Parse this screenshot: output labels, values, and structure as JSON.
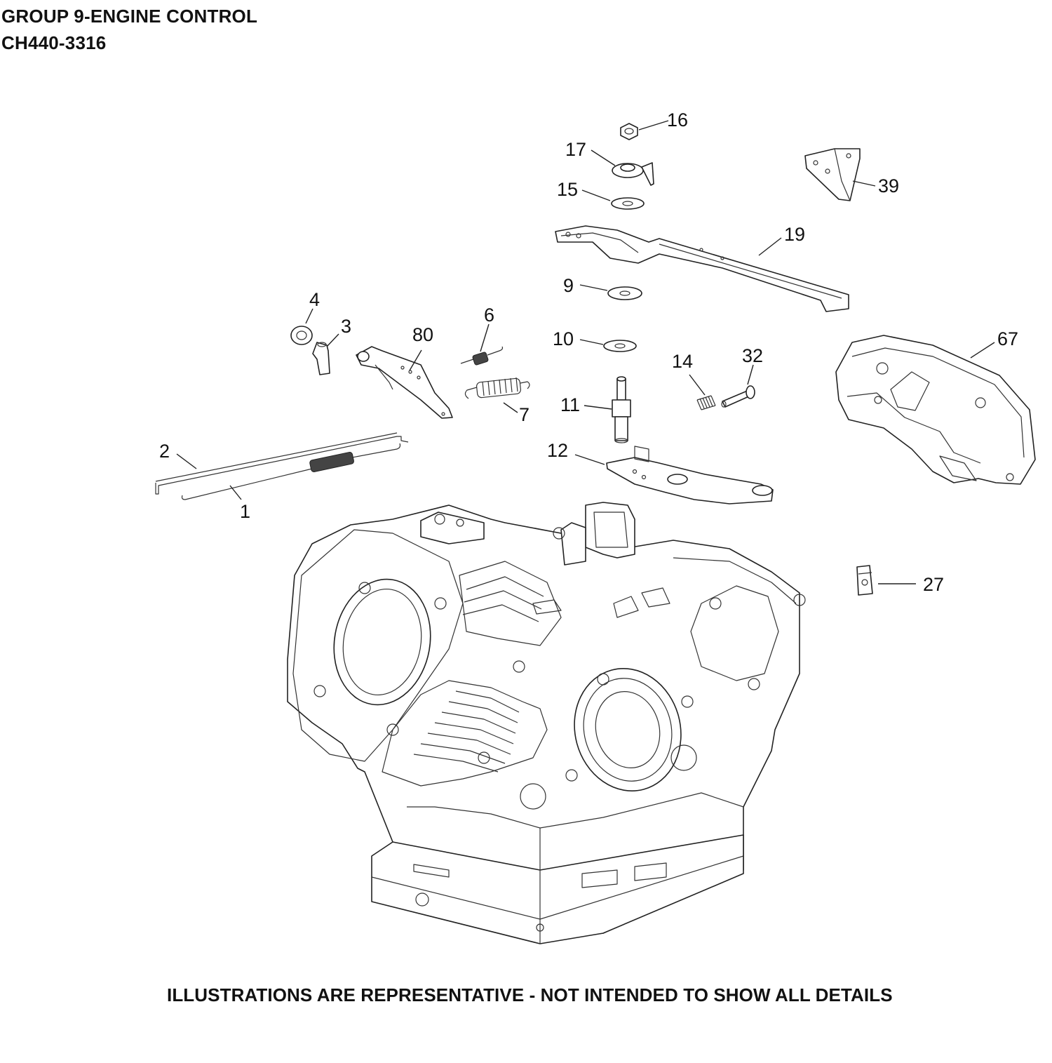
{
  "header": {
    "group_title": "GROUP 9-ENGINE CONTROL",
    "model": "CH440-3316"
  },
  "footer": {
    "disclaimer": "ILLUSTRATIONS ARE REPRESENTATIVE - NOT INTENDED TO SHOW ALL DETAILS"
  },
  "callouts": [
    "16",
    "17",
    "15",
    "39",
    "19",
    "9",
    "10",
    "67",
    "4",
    "3",
    "80",
    "6",
    "7",
    "14",
    "32",
    "11",
    "12",
    "2",
    "1",
    "27"
  ]
}
